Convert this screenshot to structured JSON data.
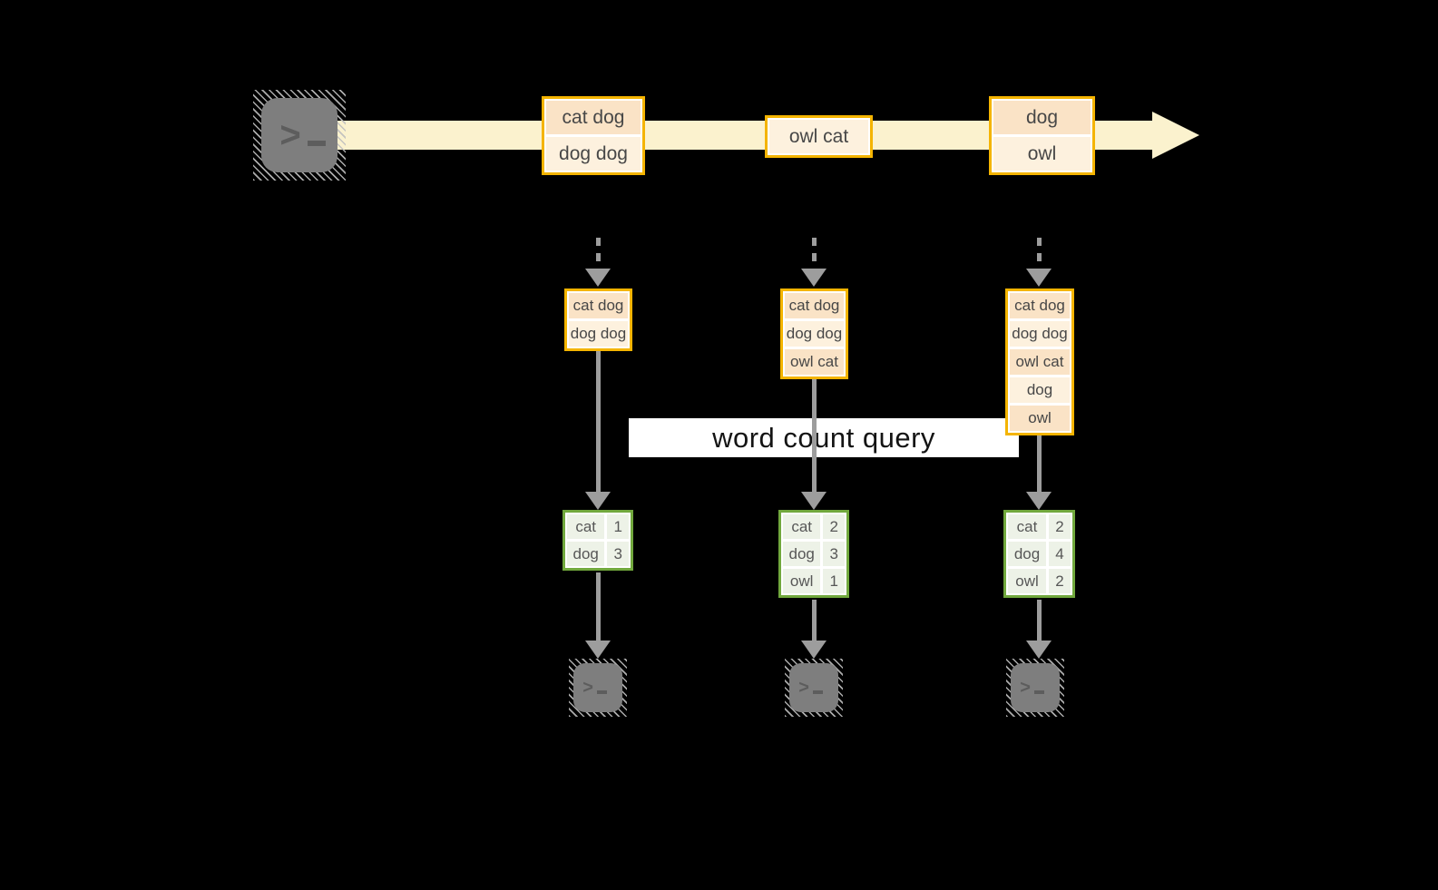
{
  "query_band": {
    "label": "word count query"
  },
  "stream_events": [
    {
      "lines": [
        "cat dog",
        "dog dog"
      ]
    },
    {
      "lines": [
        "owl cat"
      ]
    },
    {
      "lines": [
        "dog",
        "owl"
      ]
    }
  ],
  "pipelines": [
    {
      "buffer": [
        "cat dog",
        "dog dog"
      ],
      "counts": [
        {
          "word": "cat",
          "count": "1"
        },
        {
          "word": "dog",
          "count": "3"
        }
      ]
    },
    {
      "buffer": [
        "cat dog",
        "dog dog",
        "owl cat"
      ],
      "counts": [
        {
          "word": "cat",
          "count": "2"
        },
        {
          "word": "dog",
          "count": "3"
        },
        {
          "word": "owl",
          "count": "1"
        }
      ]
    },
    {
      "buffer": [
        "cat dog",
        "dog dog",
        "owl cat",
        "dog",
        "owl"
      ],
      "counts": [
        {
          "word": "cat",
          "count": "2"
        },
        {
          "word": "dog",
          "count": "4"
        },
        {
          "word": "owl",
          "count": "2"
        }
      ]
    }
  ],
  "icons": {
    "terminal_prompt": ">"
  },
  "colors": {
    "accent_orange": "#F4B400",
    "fill_peach": "#FAE3C6",
    "fill_cream": "#FDF1DE",
    "stream_band": "#FBF2CE",
    "accent_green": "#71A83D",
    "fill_green": "#EDF2E7",
    "arrow_gray": "#9D9D9D",
    "terminal_gray": "#7E7E7E"
  }
}
